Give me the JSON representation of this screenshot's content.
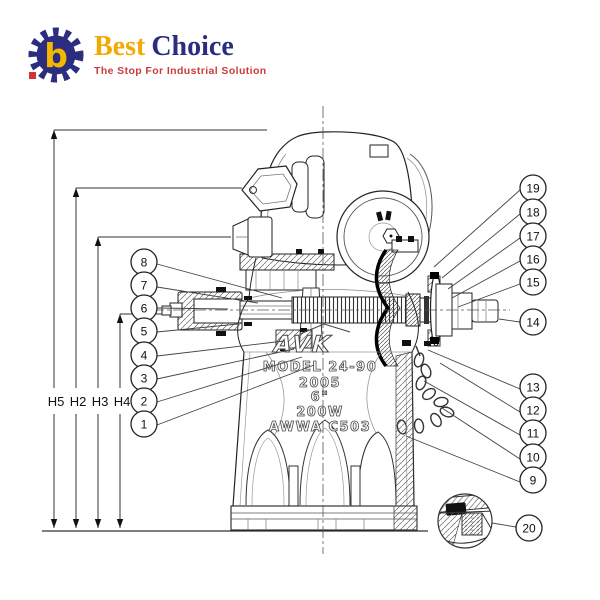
{
  "logo": {
    "brand_primary": "Best",
    "brand_secondary": "Choice",
    "tagline": "The Stop For Industrial Solution",
    "colors": {
      "gold": "#f2aa00",
      "navy": "#2b2d7e",
      "red": "#cc3b3b"
    }
  },
  "diagram": {
    "dimension_labels": [
      "H5",
      "H2",
      "H3",
      "H4"
    ],
    "callouts_left": [
      "8",
      "7",
      "6",
      "5",
      "4",
      "3",
      "2",
      "1"
    ],
    "callouts_right": [
      "19",
      "18",
      "17",
      "16",
      "15",
      "14",
      "13",
      "12",
      "11",
      "10",
      "9"
    ],
    "detail_callout": "20",
    "hydrant_markings": {
      "manufacturer": "AVK",
      "model": "MODEL 24-90",
      "year": "2005",
      "size": "6\"",
      "rating": "200W",
      "standard": "AWWA C503"
    }
  }
}
